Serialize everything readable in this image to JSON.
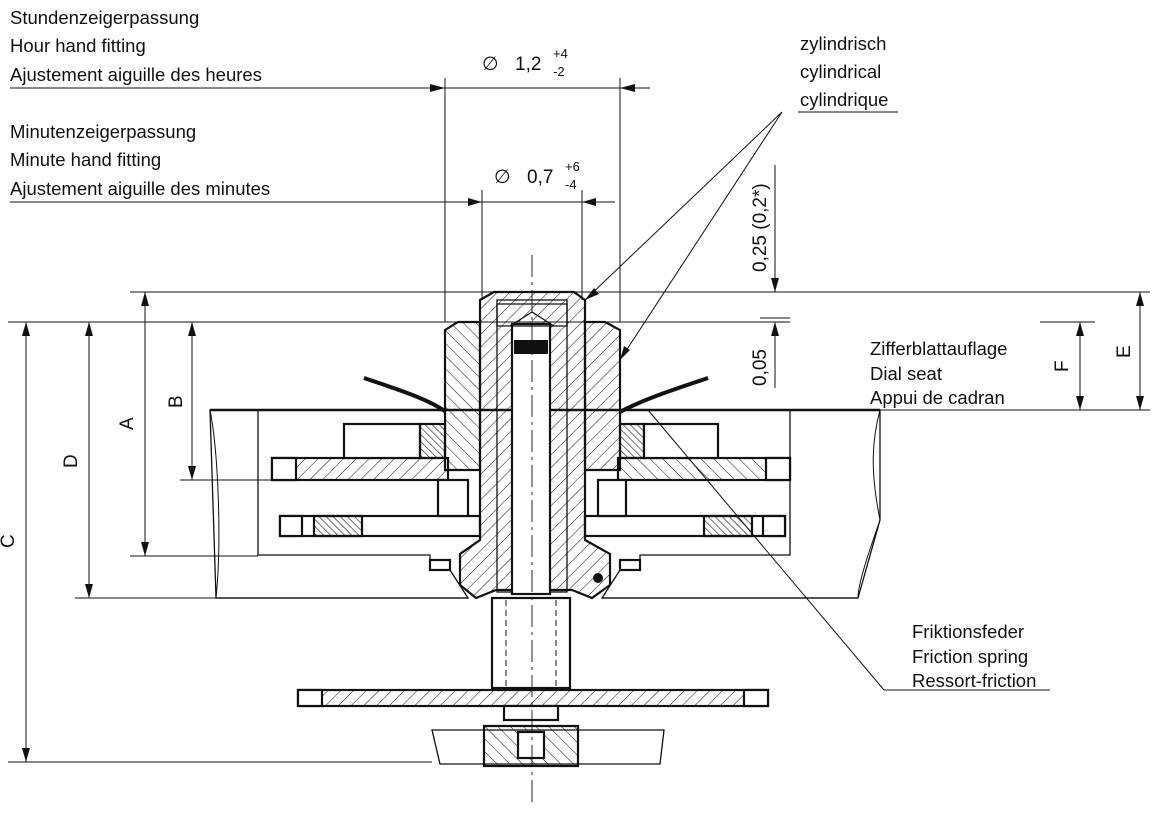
{
  "labels": {
    "hour_fitting": {
      "de": "Stundenzeigerpassung",
      "en": "Hour hand fitting",
      "fr": "Ajustement aiguille des heures"
    },
    "minute_fitting": {
      "de": "Minutenzeigerpassung",
      "en": "Minute hand fitting",
      "fr": "Ajustement aiguille des minutes"
    },
    "cylindrical": {
      "de": "zylindrisch",
      "en": "cylindrical",
      "fr": "cylindrique"
    },
    "dial_seat": {
      "de": "Zifferblattauflage",
      "en": "Dial seat",
      "fr": "Appui de cadran"
    },
    "friction_spring": {
      "de": "Friktionsfeder",
      "en": "Friction spring",
      "fr": "Ressort-friction"
    }
  },
  "dimensions": {
    "hour_diameter": {
      "symbol": "∅",
      "nominal": "1,2",
      "upper": "+4",
      "lower": "-2"
    },
    "minute_diameter": {
      "symbol": "∅",
      "nominal": "0,7",
      "upper": "+6",
      "lower": "-4"
    },
    "gap_top": "0,25 (0,2*)",
    "gap_seat": "0,05",
    "letters": {
      "A": "A",
      "B": "B",
      "C": "C",
      "D": "D",
      "E": "E",
      "F": "F"
    }
  },
  "colors": {
    "line": "#111111",
    "background": "#ffffff"
  }
}
